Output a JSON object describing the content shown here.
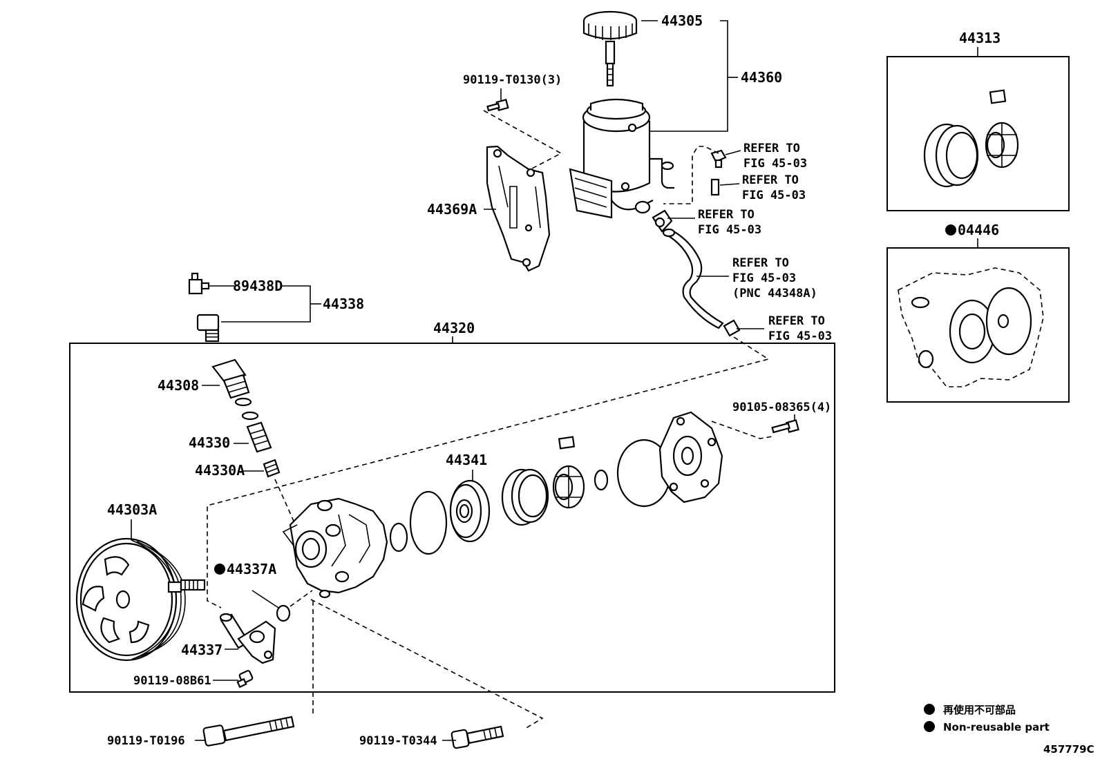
{
  "labels": {
    "p44305": "44305",
    "p44360": "44360",
    "p90119_T0130": "90119-T0130(3)",
    "p44369A": "44369A",
    "p89438D": "89438D",
    "p44338": "44338",
    "p44320": "44320",
    "p44308": "44308",
    "p44330": "44330",
    "p44330A": "44330A",
    "p44303A": "44303A",
    "p44337A": "44337A",
    "p44337": "44337",
    "p90119_08B61": "90119-08B61",
    "p44341": "44341",
    "p90105_08365": "90105-08365(4)",
    "p90119_T0196": "90119-T0196",
    "p90119_T0344": "90119-T0344",
    "p44313": "44313",
    "p04446": "04446"
  },
  "refer": {
    "r1_line1": "REFER TO",
    "r1_line2": "FIG 45-03",
    "r2_line1": "REFER TO",
    "r2_line2": "FIG 45-03",
    "r3_line1": "REFER TO",
    "r3_line2": "FIG 45-03",
    "r4_line1": "REFER TO",
    "r4_line2": "FIG 45-03",
    "r4_line3": "(PNC 44348A)",
    "r5_line1": "REFER TO",
    "r5_line2": "FIG 45-03"
  },
  "legend": {
    "jp": "再使用不可部品",
    "en": "Non-reusable part"
  },
  "figure_id": "457779C"
}
